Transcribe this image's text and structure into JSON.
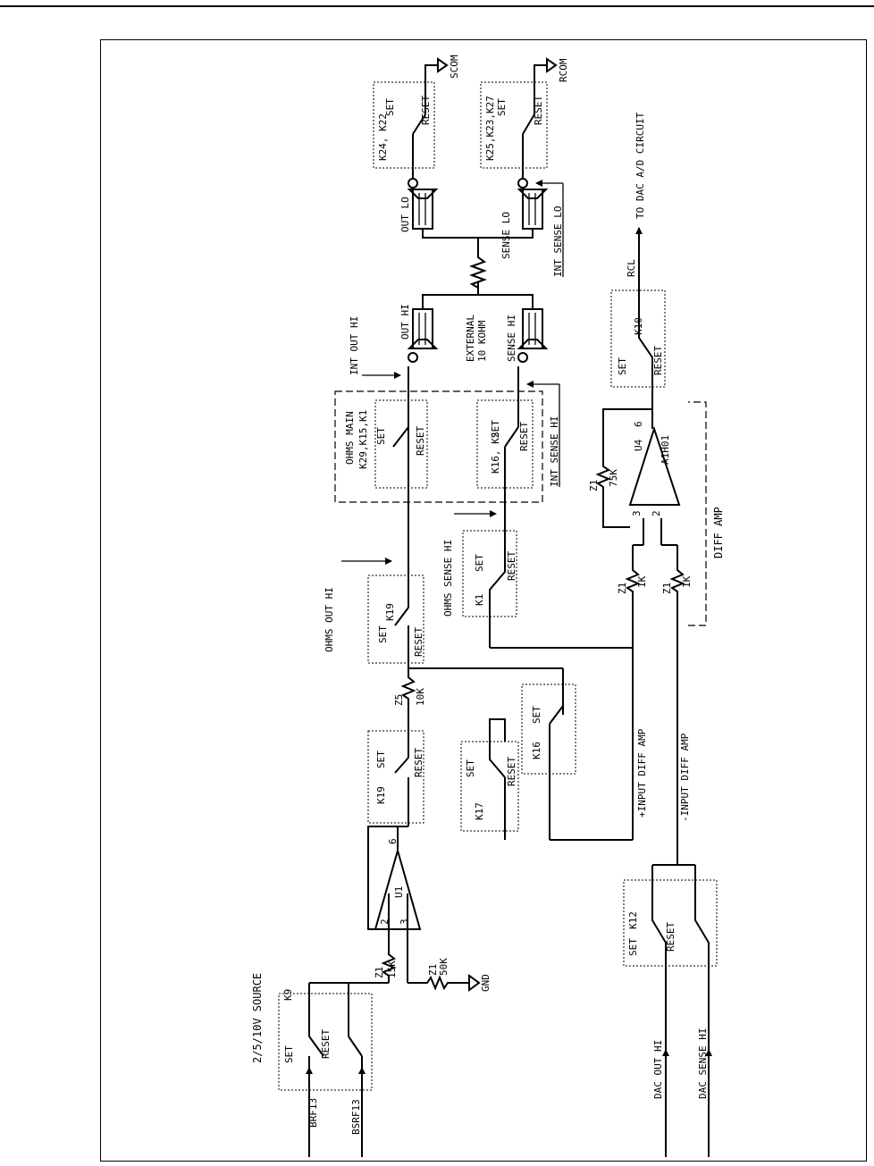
{
  "figure": {
    "title": "2/5/10V SOURCE"
  },
  "labels": {
    "brf13": "BRF13",
    "bsrf13": "BSRF13",
    "k9": "K9",
    "set": "SET",
    "reset": "RESET",
    "z1_15k_a": "Z1",
    "z1_15k_b": "15K",
    "z1_50k_a": "Z1",
    "z1_50k_b": "50K",
    "gnd": "GND",
    "u1": "U1",
    "pin2": "2",
    "pin3": "3",
    "pin6": "6",
    "k19a": "K19",
    "k17": "K17",
    "k16a": "K16",
    "z5_a": "Z5",
    "z5_b": "10K",
    "k19b": "K19",
    "ohms_out_hi": "OHMS OUT HI",
    "k1": "K1",
    "ohms_sense_hi": "OHMS SENSE HI",
    "ohms_main_a": "OHMS MAIN",
    "ohms_main_b": "K29,K15,K1",
    "k16k2": "K16, K2",
    "int_sense_hi": "INT SENSE HI",
    "int_out_hi": "INT OUT HI",
    "out_hi": "OUT HI",
    "sense_hi": "SENSE HI",
    "external_a": "EXTERNAL",
    "external_b": "10 KOHM",
    "out_lo": "OUT LO",
    "sense_lo": "SENSE LO",
    "int_sense_lo": "INT SENSE LO",
    "k24k22": "K24, K22",
    "k25k23k27": "K25,K23,K27",
    "scom": "SCOM",
    "rcom": "RCOM",
    "plus_input": "+INPUT DIFF AMP",
    "minus_input": "-INPUT DIFF AMP",
    "z1_1k_a": "Z1",
    "z1_1k_b": "1K",
    "z1_75k_a": "Z1",
    "z1_75k_b": "75K",
    "u4": "U4",
    "u4_part": "A1H01",
    "u4_pin3": "3",
    "u4_pin2": "2",
    "u4_pin6": "6",
    "diff_amp": "DIFF AMP",
    "k10": "K10",
    "rcl": "RCL",
    "to_dac": "TO DAC A/D CIRCUIT",
    "k12": "K12",
    "dac_out_hi": "DAC OUT HI",
    "dac_sense_hi": "DAC SENSE HI"
  }
}
